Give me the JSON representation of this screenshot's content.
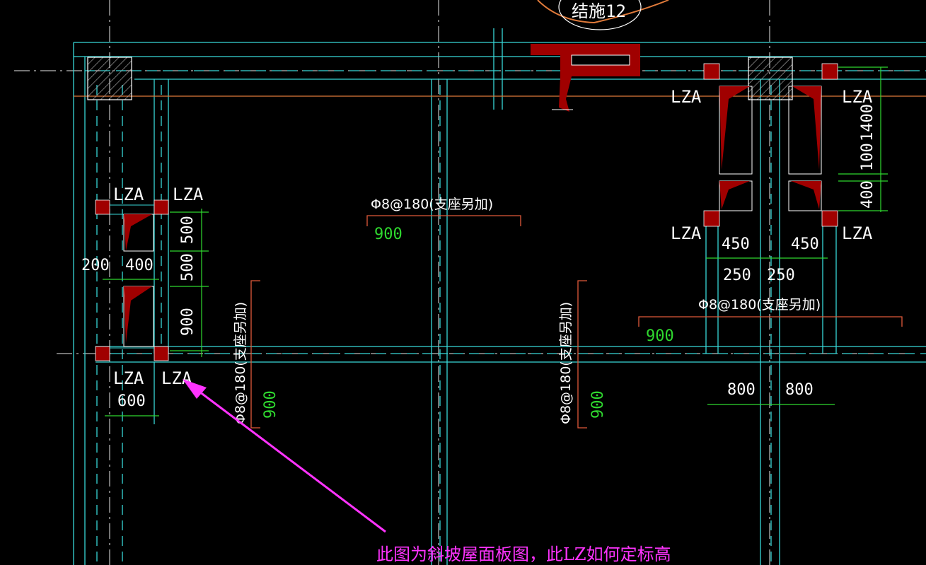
{
  "title_fragment": "结施12",
  "labels": {
    "lza": "LZA"
  },
  "rebar_note": "Φ8@180(支座另加)",
  "lengths": {
    "len_900": "900"
  },
  "dimensions": {
    "d200": "200",
    "d400": "400",
    "d500a": "500",
    "d500b": "500",
    "d900": "900",
    "d600": "600",
    "d1400": "1400",
    "d100": "100",
    "d400r": "400",
    "d450a": "450",
    "d450b": "450",
    "d250a": "250",
    "d250b": "250",
    "d800a": "800",
    "d800b": "800"
  },
  "annotation": "此图为斜坡屋面板图，此LZ如何定标高",
  "colors": {
    "background": "#000000",
    "grid_cyan": "#38d8d8",
    "column_red": "#a00000",
    "dimension_green": "#2fd82f",
    "beam_orange": "#e07a3a",
    "annotation_magenta": "#ff33ff"
  }
}
